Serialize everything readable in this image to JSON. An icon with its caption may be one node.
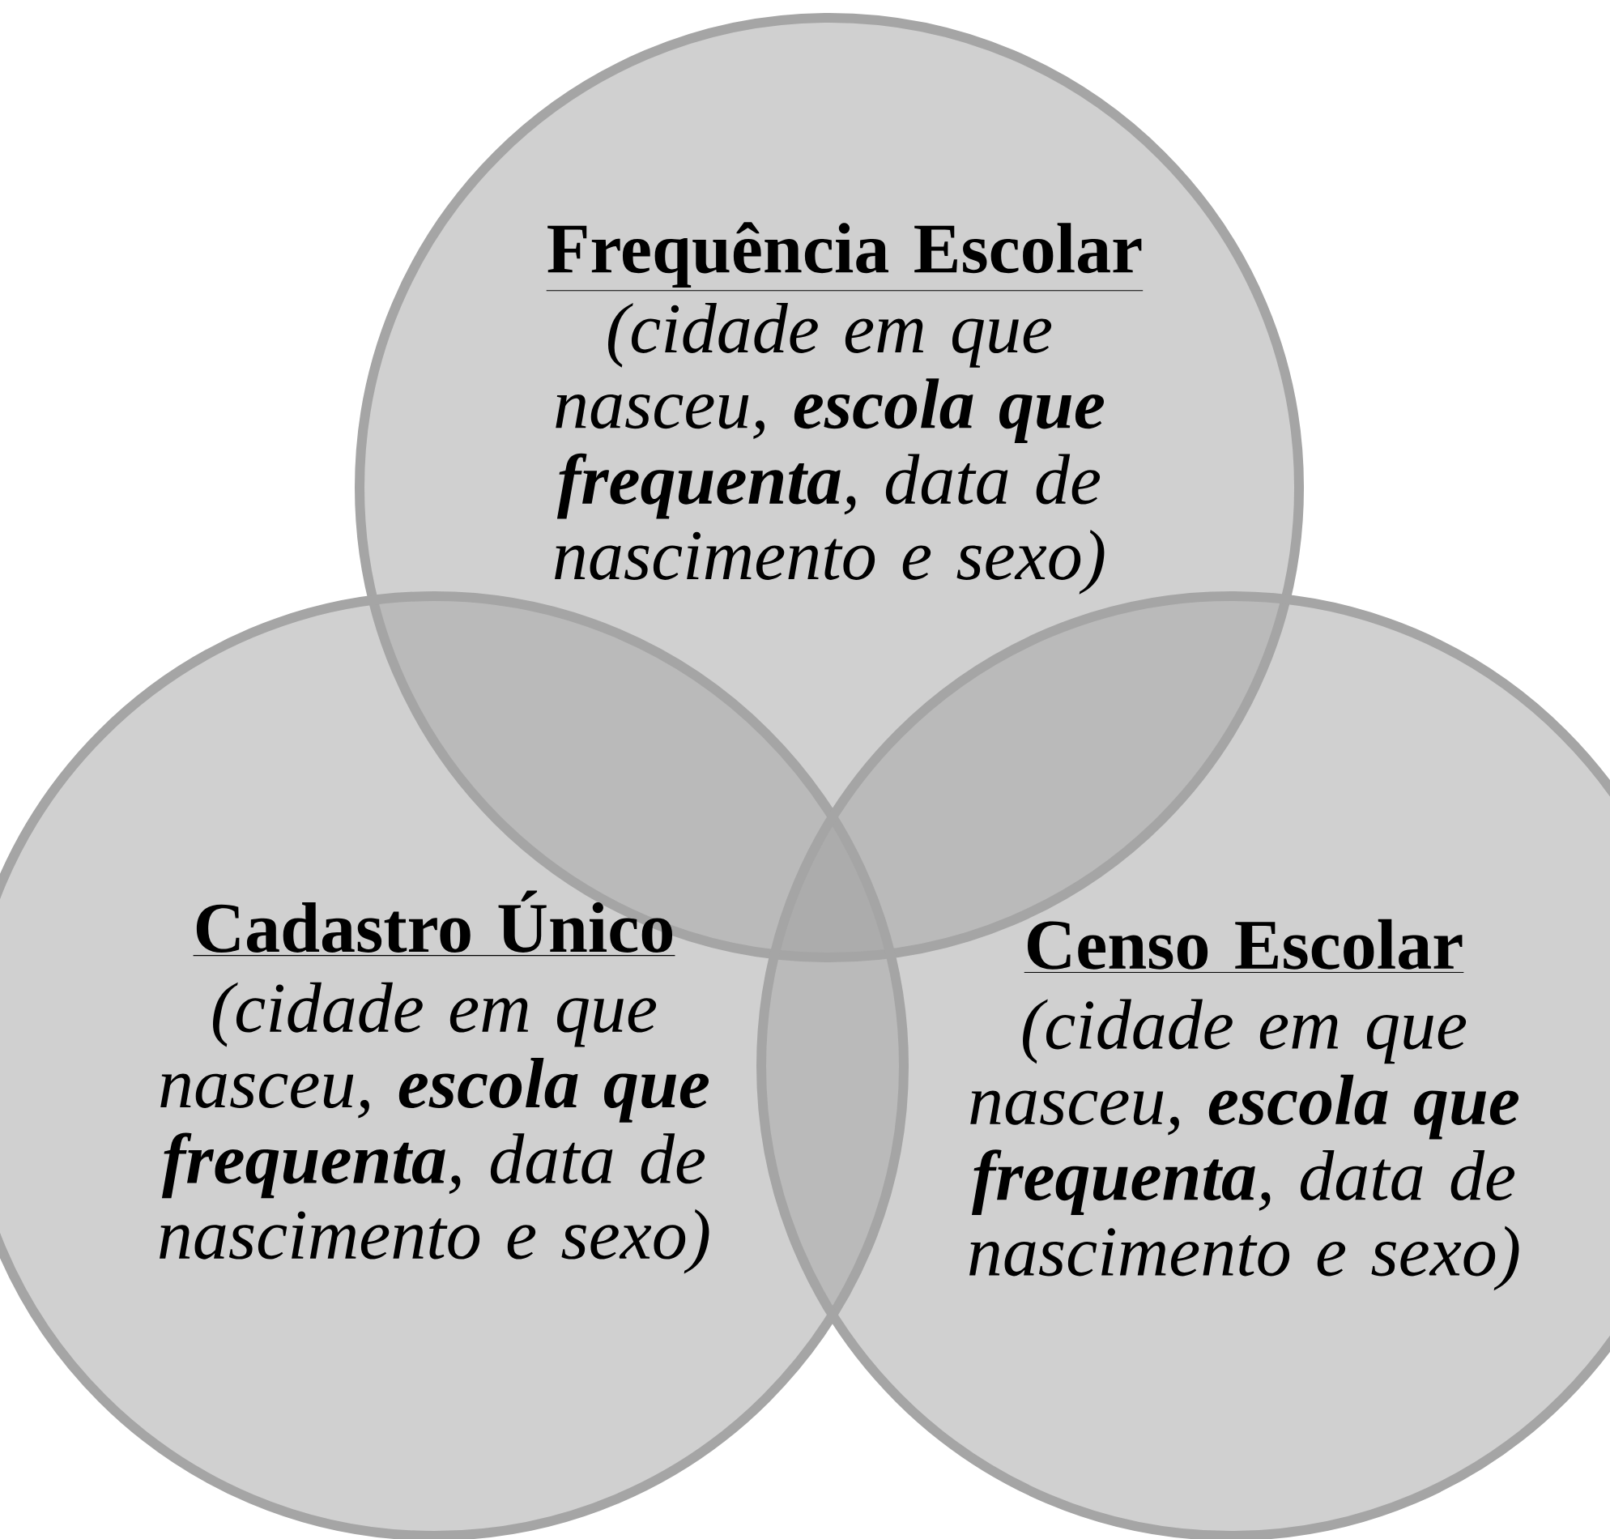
{
  "diagram": {
    "nodes": [
      {
        "text": [
          "Frequência Escolar",
          "(cidade em que nasceu, **escola que frequenta**, data de nascimento e sexo)"
        ]
      },
      {
        "text": [
          "Cadastro Único",
          "(cidade em que nasceu, **escola que frequenta**, data de nascimento e sexo)"
        ]
      },
      {
        "text": [
          "Censo Escolar",
          "(cidade em que nasceu, **escola que frequenta**, data de nascimento e sexo)"
        ]
      }
    ]
  }
}
